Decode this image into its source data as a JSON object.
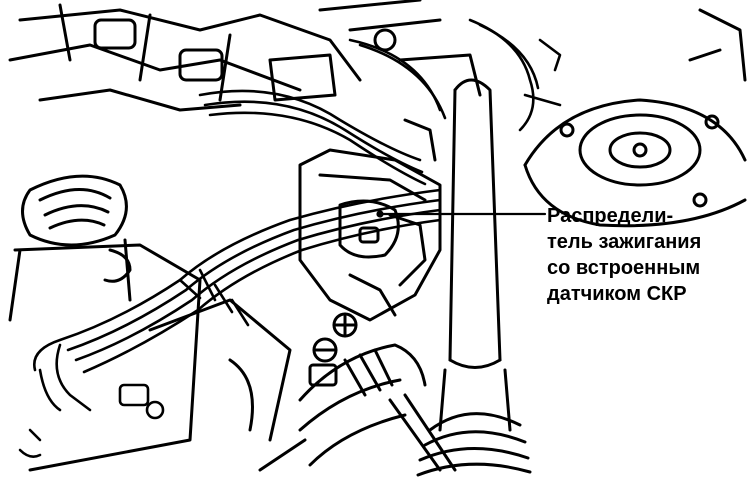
{
  "callout": {
    "lines": [
      "Распредели-",
      "тель зажигания",
      "со встроенным",
      "датчиком СКР"
    ]
  },
  "colors": {
    "ink": "#000000",
    "paper": "#ffffff"
  }
}
